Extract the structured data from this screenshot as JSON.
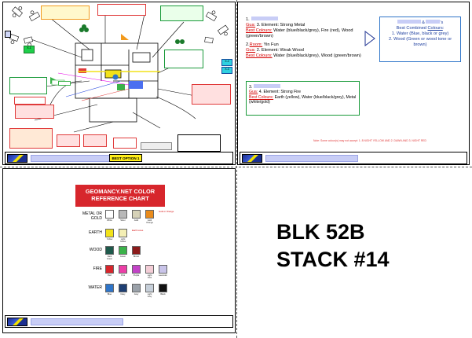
{
  "floor_plan": {
    "tags": [
      "X-1",
      "X-2",
      "X-3"
    ],
    "best_option_label": "BEST OPTION 1"
  },
  "analysis": {
    "item1_prefix": "1.",
    "item1_lines": [
      {
        "key": "Gua:",
        "text": "3. Element: Strong Metal"
      },
      {
        "key": "Best Colours:",
        "text": "Water (blue/black/grey), Fire (red), Wood (green/brown)"
      }
    ],
    "item2_prefix": "2.",
    "item2_lines": [
      {
        "key": "Room:",
        "text": "Yin Fun"
      },
      {
        "key": "Gua:",
        "text": "2. Element: Weak Wood"
      },
      {
        "key": "Best Colours:",
        "text": "Water (blue/black/grey), Wood (green/brown)"
      }
    ],
    "item3_prefix": "3.",
    "item3_lines": [
      {
        "key": "Gua:",
        "text": "4. Element: Strong Fire"
      },
      {
        "key": "Best Colours:",
        "text": "Earth (yellow), Water (blue/black/grey), Metal (white/gold)"
      }
    ],
    "combined": {
      "amp": "&",
      "apos_s": "'s",
      "heading_prefix": "Best Combined",
      "heading_link": "Colours",
      "items": [
        "1. Water (Blue, black or grey)",
        "2. Wood (Green or wood tone or brown)"
      ]
    },
    "note": "Note: Some colour(s) may not accept: 1. 8 NIGHT YELLOW AND 2. DAWN AND 3. NIGHT RED"
  },
  "reference_chart": {
    "title_line1": "GEOMANCY.NET COLOR",
    "title_line2": "REFERENCE CHART",
    "rows": [
      {
        "label": "METAL OR GOLD",
        "swatches": [
          {
            "color": "#ffffff",
            "name": "White"
          },
          {
            "color": "#b8b8b8",
            "name": "Silver"
          },
          {
            "color": "#d6d2b8",
            "name": "Gold"
          },
          {
            "color": "#e98b1c",
            "name": "Gold Orange"
          }
        ],
        "note": "Gold or Orange"
      },
      {
        "label": "EARTH",
        "swatches": [
          {
            "color": "#f2e21a",
            "name": "Yellow"
          },
          {
            "color": "#f4efb4",
            "name": "Light Yellow"
          }
        ],
        "note": "Earth tones"
      },
      {
        "label": "WOOD",
        "swatches": [
          {
            "color": "#1f5a4c",
            "name": "Dark Green"
          },
          {
            "color": "#3bb24a",
            "name": "Green"
          },
          {
            "color": "#8c1b1b",
            "name": "Brown"
          }
        ]
      },
      {
        "label": "FIRE",
        "swatches": [
          {
            "color": "#d7262c",
            "name": "Red"
          },
          {
            "color": "#ec3fa7",
            "name": "Pink"
          },
          {
            "color": "#c343c7",
            "name": "Purple"
          },
          {
            "color": "#f3cdd6",
            "name": "Light Pink"
          },
          {
            "color": "#c9c4e9",
            "name": "Lavender"
          }
        ]
      },
      {
        "label": "WATER",
        "swatches": [
          {
            "color": "#2f75c9",
            "name": "Blue"
          },
          {
            "color": "#1e3f73",
            "name": "Navy"
          },
          {
            "color": "#9aa1a9",
            "name": "Grey"
          },
          {
            "color": "#c6cfd9",
            "name": "Light Grey"
          },
          {
            "color": "#111111",
            "name": "Black"
          }
        ]
      }
    ]
  },
  "block_label": {
    "line1": "BLK 52B",
    "line2": "STACK #14"
  }
}
